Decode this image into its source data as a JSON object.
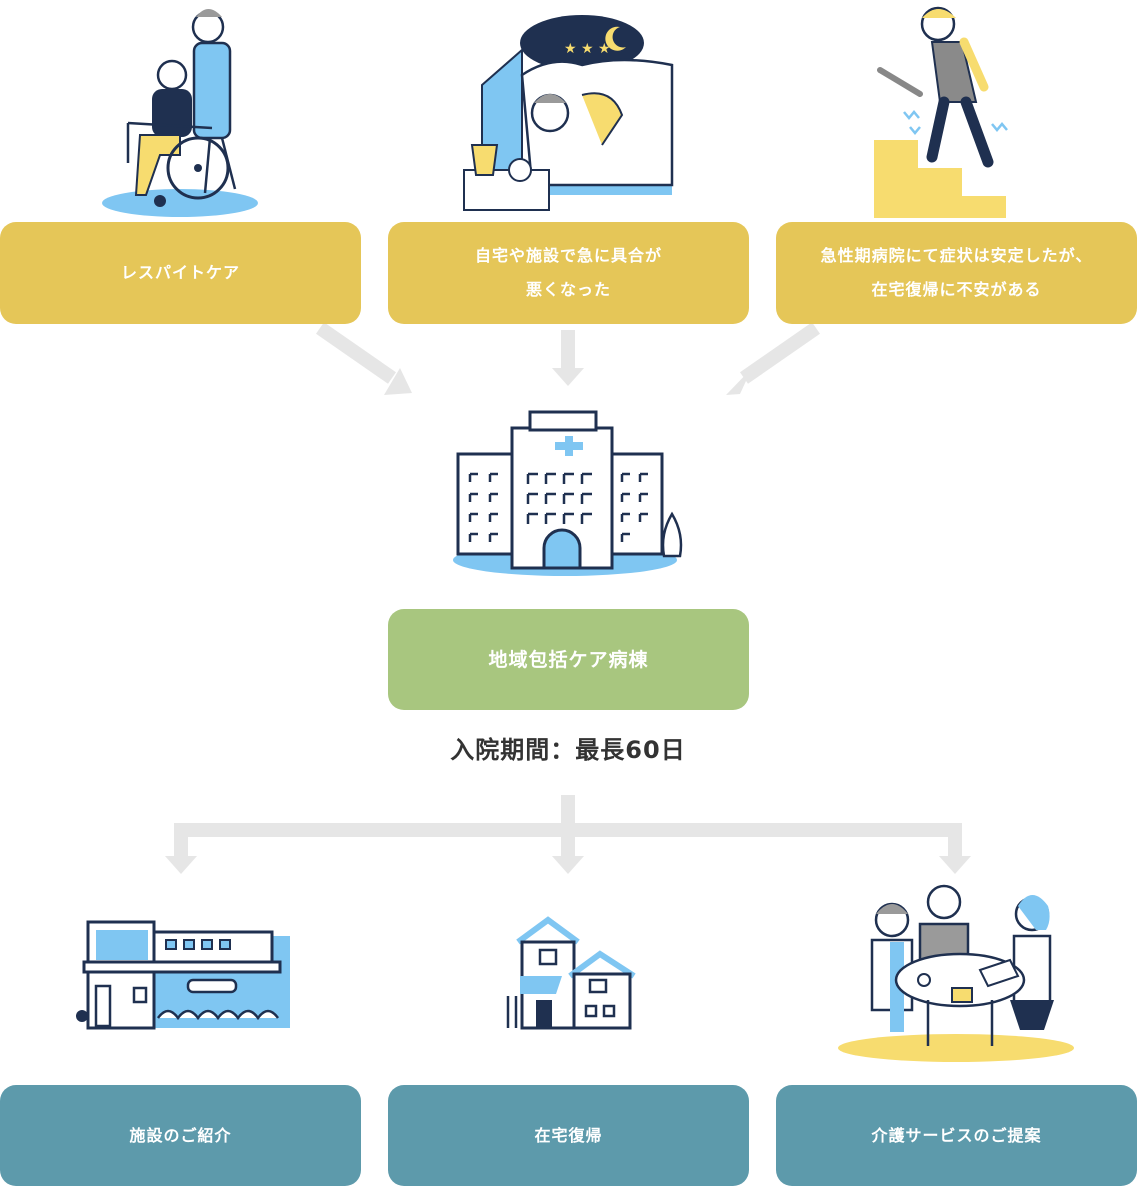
{
  "colors": {
    "box_yellow": "#e5c658",
    "box_green": "#a8c67f",
    "box_teal": "#5d9aab",
    "arrow_gray": "#e6e6e6",
    "accent_blue": "#7fc6f2",
    "accent_yellow": "#f7dc6f",
    "ink_navy": "#1f3050"
  },
  "sources": [
    {
      "line1": "レスパイトケア",
      "line2": "",
      "icon": "wheelchair-caregiver-icon"
    },
    {
      "line1": "自宅や施設で急に具合が",
      "line2": "悪くなった",
      "icon": "sick-in-bed-icon"
    },
    {
      "line1": "急性期病院にて症状は安定したが、",
      "line2": "在宅復帰に不安がある",
      "icon": "stairs-difficulty-icon"
    }
  ],
  "center": {
    "label": "地域包括ケア病棟",
    "duration": "入院期間：最長60日",
    "icon": "hospital-building-icon"
  },
  "outcomes": [
    {
      "label": "施設のご紹介",
      "icon": "care-facility-icon"
    },
    {
      "label": "在宅復帰",
      "icon": "home-house-icon"
    },
    {
      "label": "介護サービスのご提案",
      "icon": "care-consultation-icon"
    }
  ]
}
